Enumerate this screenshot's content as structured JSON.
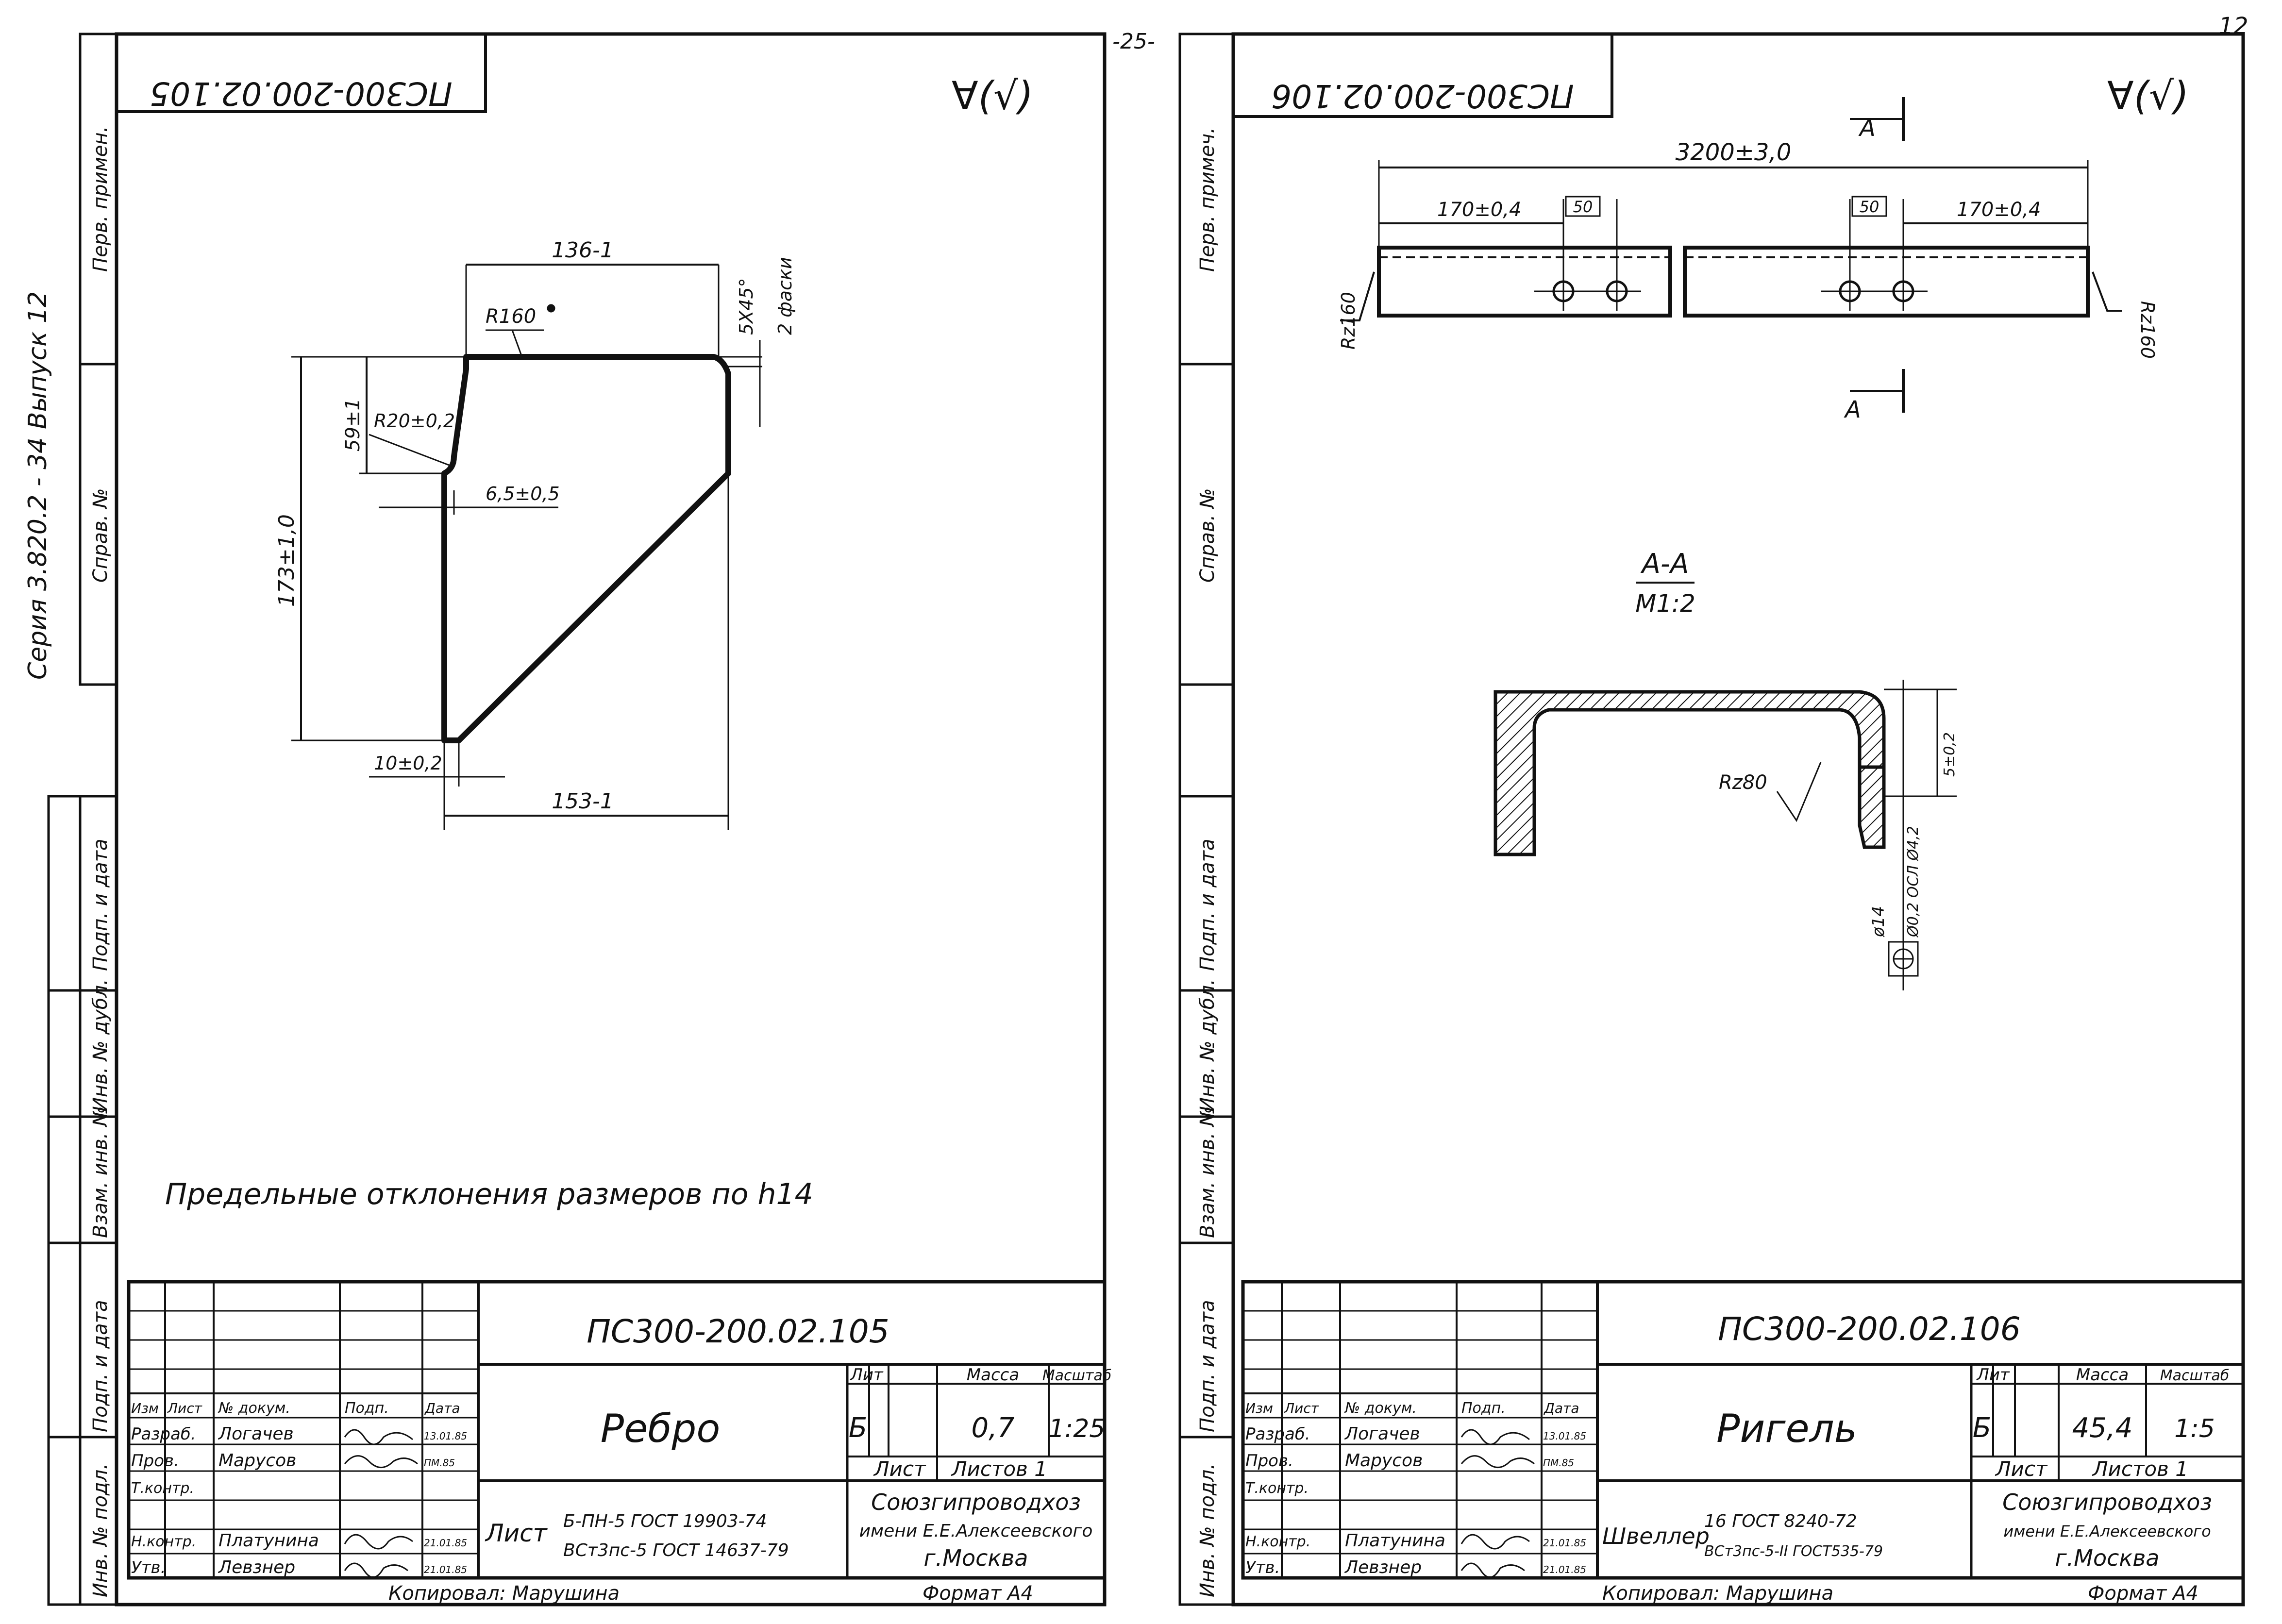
{
  "page_number_center": "-25-",
  "page_number_corner": "12",
  "series_label": "Серия 3.820.2 - 34 Выпуск 12",
  "left_sheet": {
    "doc_code_mirrored": "ПС300-200.02.105",
    "roughness_mark": "∀(√)",
    "dims": {
      "top_width": "136-1",
      "radius_top": "R160",
      "chamfer": "5Х45°",
      "chamfer_note": "2 фаски",
      "height_total": "173±1,0",
      "height_upper": "59±1",
      "radius_small": "R20±0,2",
      "step": "6,5±0,5",
      "bottom_flat": "10±0,2",
      "bottom_width": "153-1"
    },
    "note": "Предельные отклонения размеров по h14",
    "title_block": {
      "designation": "ПС300-200.02.105",
      "name": "Ребро",
      "lit_header": "Лит",
      "mass_header": "Масса",
      "scale_header": "Масштаб",
      "lit": "Б",
      "mass": "0,7",
      "scale": "1:25",
      "sheet_label": "Лист",
      "sheets_label": "Листов 1",
      "material_prefix": "Лист",
      "material_line1": "Б-ПН-5 ГОСТ 19903-74",
      "material_line2": "ВСт3пс-5 ГОСТ 14637-79",
      "org_line1": "Союзгипроводхоз",
      "org_line2": "имени Е.Е.Алексеевского",
      "org_line3": "г.Москва",
      "col_headers": [
        "Изм",
        "Лист",
        "№ докум.",
        "Подп.",
        "Дата"
      ],
      "roles": [
        {
          "role": "Разраб.",
          "name": "Логачев",
          "date": "13.01.85"
        },
        {
          "role": "Пров.",
          "name": "Марусов",
          "date": "ПМ.85"
        },
        {
          "role": "Т.контр.",
          "name": "",
          "date": ""
        },
        {
          "role": "Н.контр.",
          "name": "Платунина",
          "date": "21.01.85"
        },
        {
          "role": "Утв.",
          "name": "Левзнер",
          "date": "21.01.85"
        }
      ],
      "copied_by": "Копировал: Марушина",
      "format": "Формат А4"
    }
  },
  "right_sheet": {
    "doc_code_mirrored": "ПС300-200.02.106",
    "roughness_mark": "∀(√)",
    "dims": {
      "total_length": "3200±3,0",
      "hole_offset_left": "170±0,4",
      "hole_offset_right": "170±0,4",
      "hole_spacing_left": "50",
      "hole_spacing_right": "50",
      "rz_left": "Rz160",
      "rz_right": "Rz160",
      "section_marker": "А",
      "section_title": "А-А",
      "section_scale": "М1:2",
      "rz_section": "Rz80",
      "hole_dia": "ø14",
      "hole_note": "Ø0,2 ОСЛ Ø4,2",
      "depth_mark": "5±0,2"
    },
    "title_block": {
      "designation": "ПС300-200.02.106",
      "name": "Ригель",
      "lit_header": "Лит",
      "mass_header": "Масса",
      "scale_header": "Масштаб",
      "lit": "Б",
      "mass": "45,4",
      "scale": "1:5",
      "sheet_label": "Лист",
      "sheets_label": "Листов 1",
      "material_prefix": "Швеллер",
      "material_line1": "16 ГОСТ 8240-72",
      "material_line2": "ВСт3пс-5-II ГОСТ535-79",
      "org_line1": "Союзгипроводхоз",
      "org_line2": "имени Е.Е.Алексеевского",
      "org_line3": "г.Москва",
      "col_headers": [
        "Изм",
        "Лист",
        "№ докум.",
        "Подп.",
        "Дата"
      ],
      "roles": [
        {
          "role": "Разраб.",
          "name": "Логачев",
          "date": "13.01.85"
        },
        {
          "role": "Пров.",
          "name": "Марусов",
          "date": "ПМ.85"
        },
        {
          "role": "Т.контр.",
          "name": "",
          "date": ""
        },
        {
          "role": "Н.контр.",
          "name": "Платунина",
          "date": "21.01.85"
        },
        {
          "role": "Утв.",
          "name": "Левзнер",
          "date": "21.01.85"
        }
      ],
      "copied_by": "Копировал: Марушина",
      "format": "Формат А4"
    }
  },
  "side_strip": {
    "left": [
      "Перв. примен.",
      "Справ. №",
      "Подп. и дата",
      "Инв. № дубл.",
      "Взам. инв. №",
      "Подп. и дата",
      "Инв. № подл."
    ],
    "right": [
      "Перв. примеч.",
      "Справ. №",
      "Подп. и дата",
      "Инв. № дубл.",
      "Взам. инв. №",
      "Подп. и дата",
      "Инв. № подл."
    ]
  }
}
